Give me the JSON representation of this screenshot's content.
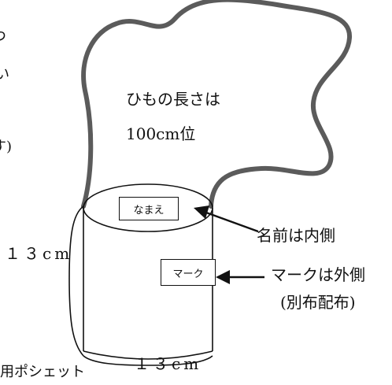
{
  "left_fragments": [
    "つ",
    "い",
    "す)"
  ],
  "string_note": {
    "line1": "ひもの長さは",
    "line2": "100cm位"
  },
  "name_box": {
    "label": "なまえ"
  },
  "mark_box": {
    "label": "マーク"
  },
  "height_label": "１３cm",
  "width_label": "１３cm",
  "callout_name": "名前は内側",
  "callout_mark": {
    "line1": "マークは外側",
    "line2": "(別布配布)"
  },
  "bottom_caption": "用ポシェット"
}
